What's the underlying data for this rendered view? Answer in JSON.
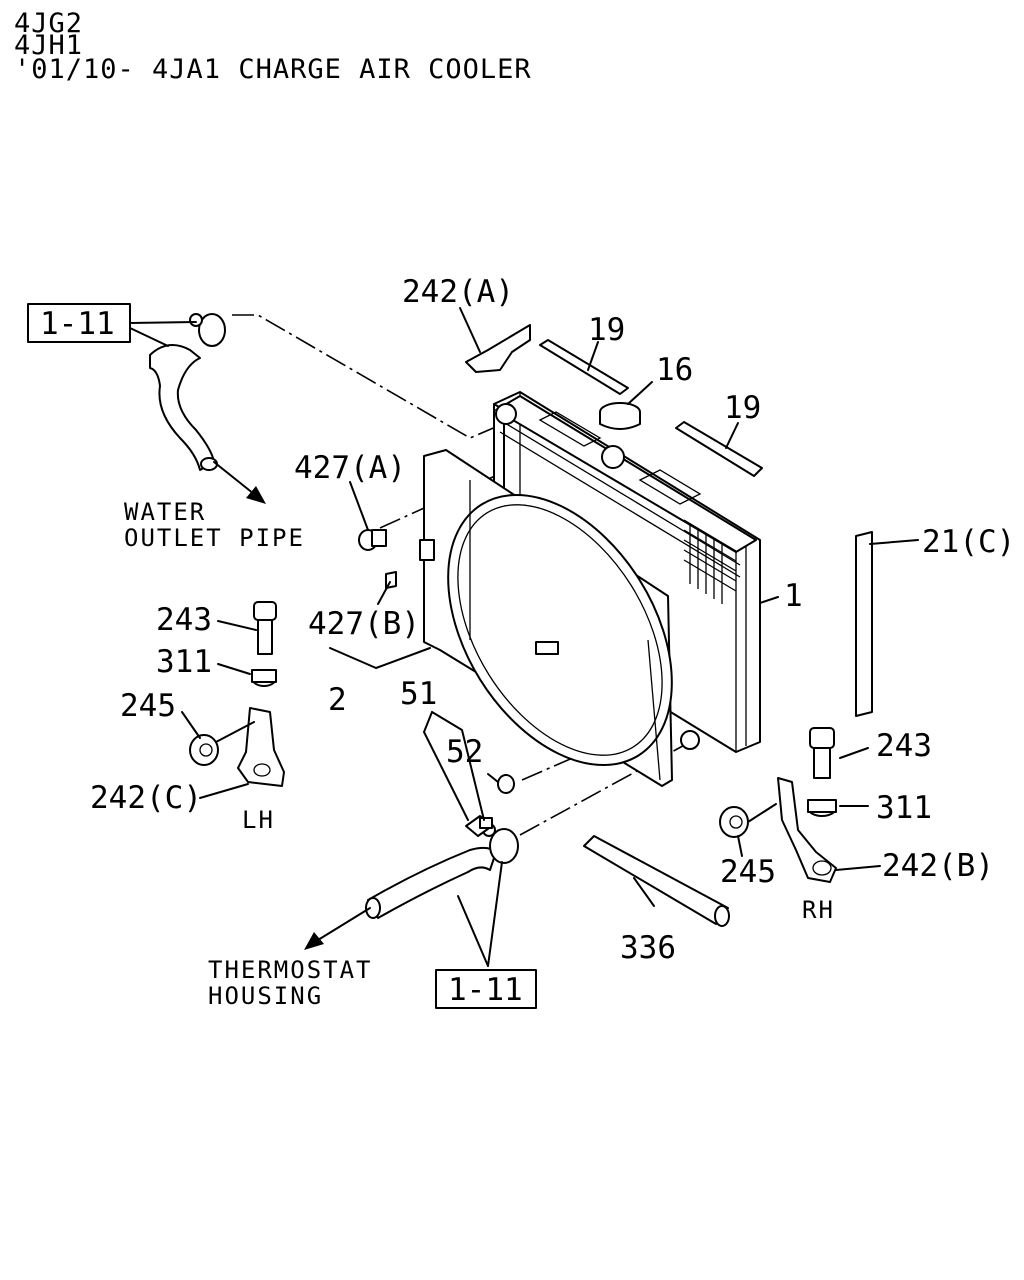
{
  "header": {
    "line1": "4JG2",
    "line2": "4JH1",
    "line3": "'01/10- 4JA1 CHARGE AIR COOLER"
  },
  "refs": {
    "ref_top": "1-11",
    "ref_bottom": "1-11"
  },
  "captions": {
    "water_outlet_line1": "WATER",
    "water_outlet_line2": "OUTLET PIPE",
    "thermostat_line1": "THERMOSTAT",
    "thermostat_line2": "HOUSING",
    "lh": "LH",
    "rh": "RH"
  },
  "callouts": {
    "radiator": "1",
    "shroud": "2",
    "cap": "16",
    "seal_left": "19",
    "seal_right": "19",
    "seal_side": "21(C)",
    "bracket_a": "242(A)",
    "bracket_b": "242(B)",
    "bracket_c": "242(C)",
    "bolt_lh": "243",
    "bolt_rh": "243",
    "nut_lh": "245",
    "nut_rh": "245",
    "cushion_lh": "311",
    "cushion_rh": "311",
    "hose": "336",
    "clip_a": "427(A)",
    "clip_b": "427(B)",
    "drain_group": "51",
    "drain_washer": "52"
  }
}
